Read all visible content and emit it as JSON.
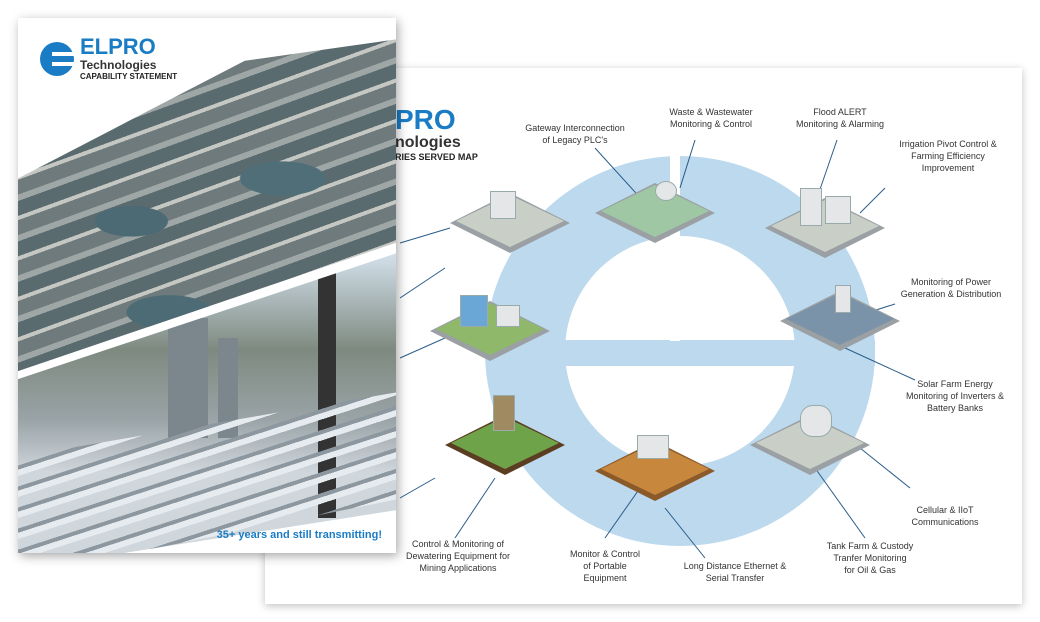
{
  "front_cover": {
    "brand": "ELPRO",
    "sub": "Technologies",
    "doc": "CAPABILITY STATEMENT",
    "tagline": "35+ years and still transmitting!"
  },
  "back_page": {
    "brand": "PRO",
    "sub": "nologies",
    "doc": "RIES SERVED MAP",
    "labels": [
      {
        "id": "gateway",
        "text": [
          "Gateway Interconnection",
          "of Legacy PLC's"
        ]
      },
      {
        "id": "waste",
        "text": [
          "Waste & Wastewater",
          "Monitoring & Control"
        ]
      },
      {
        "id": "flood",
        "text": [
          "Flood ALERT",
          "Monitoring & Alarming"
        ]
      },
      {
        "id": "irrigation",
        "text": [
          "Irrigation Pivot Control &",
          "Farming Efficiency",
          "Improvement"
        ]
      },
      {
        "id": "power",
        "text": [
          "Monitoring of Power",
          "Generation & Distribution"
        ]
      },
      {
        "id": "solar",
        "text": [
          "Solar Farm Energy",
          "Monitoring of Inverters &",
          "Battery Banks"
        ]
      },
      {
        "id": "cellular",
        "text": [
          "Cellular & IIoT",
          "Communications"
        ]
      },
      {
        "id": "tank",
        "text": [
          "Tank Farm & Custody",
          "Tranfer Monitoring",
          "for Oil & Gas"
        ]
      },
      {
        "id": "ethernet",
        "text": [
          "Long Distance Ethernet &",
          "Serial Transfer"
        ]
      },
      {
        "id": "portable",
        "text": [
          "Monitor & Control",
          "of Portable",
          "Equipment"
        ]
      },
      {
        "id": "mining",
        "text": [
          "Control & Monitoring of",
          "Dewatering Equipment for",
          "Mining Applications"
        ]
      }
    ]
  },
  "colors": {
    "brand": "#1a7cc5",
    "circle": "#bcd9ee"
  }
}
